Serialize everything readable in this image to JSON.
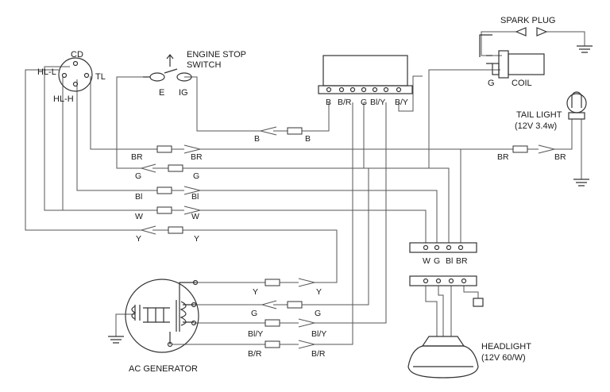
{
  "labels": {
    "cd": "CD",
    "hl_l": "HL-L",
    "tl": "TL",
    "hl_h": "HL-H",
    "engine_stop_line1": "ENGINE STOP",
    "engine_stop_line2": "SWITCH",
    "switch_e": "E",
    "switch_ig": "IG",
    "spark_plug": "SPARK PLUG",
    "coil": "COIL",
    "coil_g": "G",
    "tail_light": "TAIL LIGHT",
    "tail_light_rating": "(12V 3.4w)",
    "headlight": "HEADLIGHT",
    "headlight_rating": "(12V 60/W)",
    "ac_generator": "AC GENERATOR"
  },
  "cdi_pins": [
    "B",
    "B/R",
    "G",
    "Bl/Y",
    "B/Y"
  ],
  "junction_top": [
    "W",
    "G",
    "Bl",
    "BR"
  ],
  "connectors": {
    "b": "B",
    "br": "BR",
    "g": "G",
    "bl": "Bl",
    "w": "W",
    "y": "Y",
    "tail_br": "BR",
    "gen_y": "Y",
    "gen_g": "G",
    "gen_bly": "Bl/Y",
    "gen_br": "B/R"
  }
}
